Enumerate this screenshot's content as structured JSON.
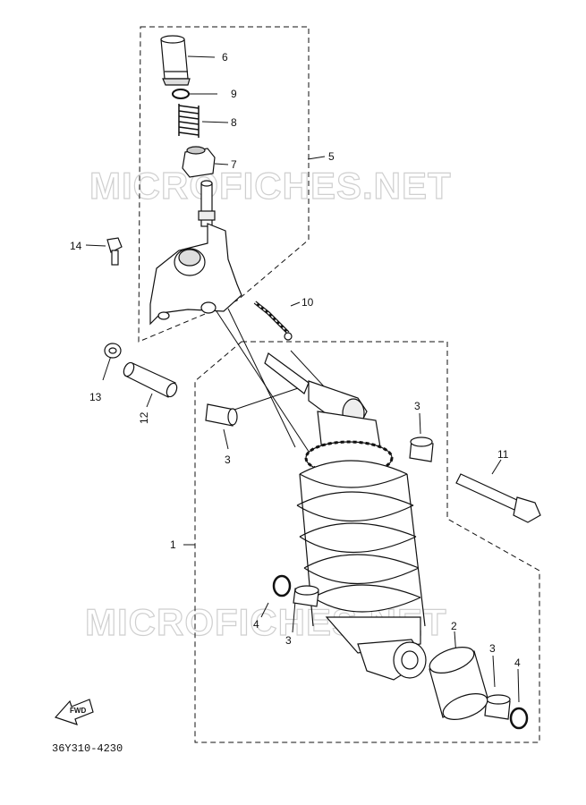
{
  "diagram": {
    "part_code": "36Y310-4230",
    "watermark_top": "MICROFICHES.NET",
    "watermark_bottom": "MICROFICHES.NET",
    "fwd_label": "FWD",
    "callouts": {
      "c1": "1",
      "c2": "2",
      "c3a": "3",
      "c3b": "3",
      "c3c": "3",
      "c3d": "3",
      "c4a": "4",
      "c4b": "4",
      "c5": "5",
      "c6": "6",
      "c7": "7",
      "c8": "8",
      "c9": "9",
      "c10": "10",
      "c11": "11",
      "c12": "12",
      "c13": "13",
      "c14": "14"
    }
  }
}
